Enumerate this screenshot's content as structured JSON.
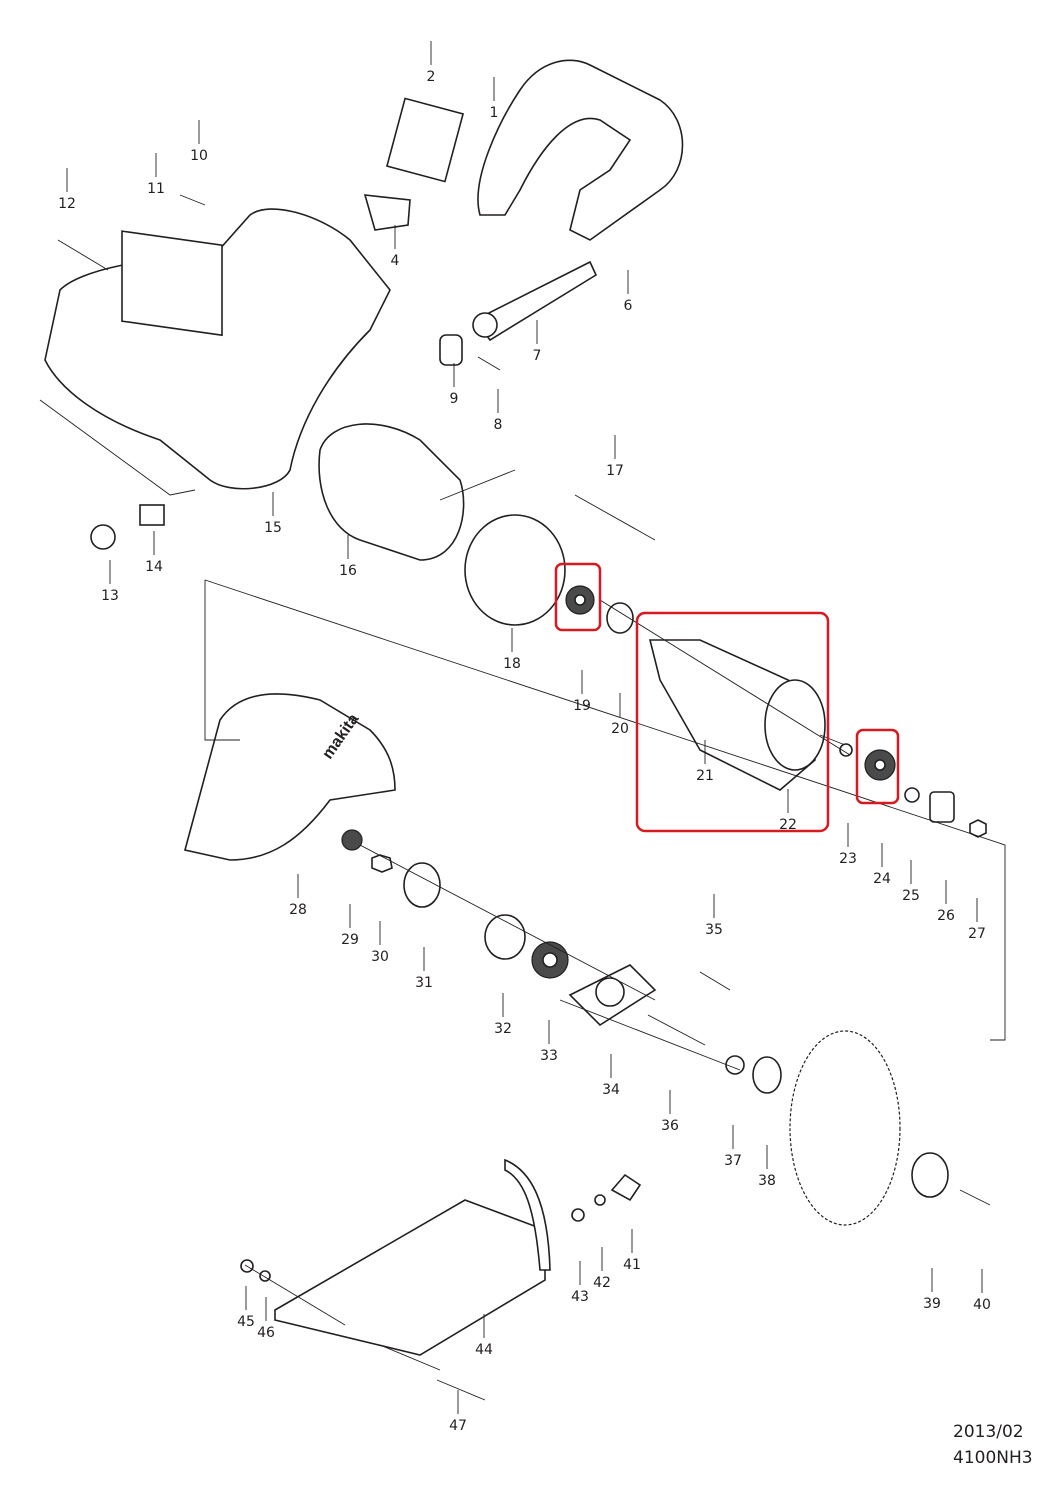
{
  "diagram": {
    "parts": [
      "1",
      "2",
      "4",
      "6",
      "7",
      "8",
      "9",
      "10",
      "11",
      "12",
      "13",
      "14",
      "15",
      "16",
      "17",
      "18",
      "19",
      "20",
      "21",
      "22",
      "23",
      "24",
      "25",
      "26",
      "27",
      "28",
      "29",
      "30",
      "31",
      "32",
      "33",
      "34",
      "35",
      "36",
      "37",
      "38",
      "39",
      "40",
      "41",
      "42",
      "43",
      "44",
      "45",
      "46",
      "47"
    ],
    "highlight_color": "#d71920",
    "highlighted_parts": [
      "19",
      "21",
      "22",
      "24"
    ],
    "logo_text": "makita"
  },
  "footer": {
    "date": "2013/02",
    "model": "4100NH3"
  }
}
